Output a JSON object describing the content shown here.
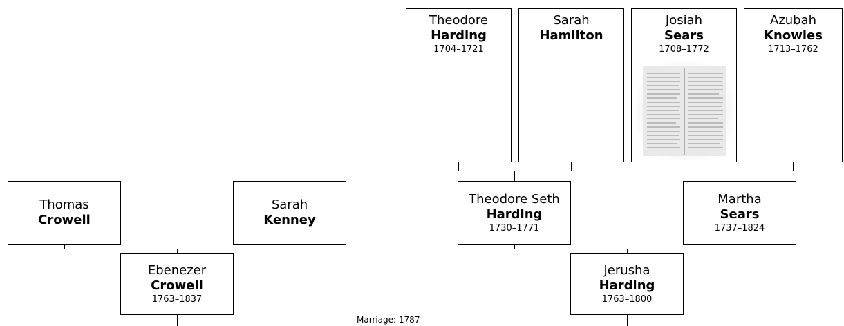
{
  "persons": {
    "thomas_crowell": {
      "first": "Thomas",
      "last": "Crowell",
      "years": ""
    },
    "sarah_kenney": {
      "first": "Sarah",
      "last": "Kenney",
      "years": ""
    },
    "ebenezer_crowell": {
      "first": "Ebenezer",
      "last": "Crowell",
      "years": "1763–1837"
    },
    "theodore_harding": {
      "first": "Theodore",
      "last": "Harding",
      "years": "1704–1721"
    },
    "sarah_hamilton": {
      "first": "Sarah",
      "last": "Hamilton",
      "years": ""
    },
    "josiah_sears": {
      "first": "Josiah",
      "last": "Sears",
      "years": "1708–1772"
    },
    "azubah_knowles": {
      "first": "Azubah",
      "last": "Knowles",
      "years": "1713–1762"
    },
    "theodore_seth_harding": {
      "first": "Theodore Seth",
      "last": "Harding",
      "years": "1730–1771"
    },
    "martha_sears": {
      "first": "Martha",
      "last": "Sears",
      "years": "1737–1824"
    },
    "jerusha_harding": {
      "first": "Jerusha",
      "last": "Harding",
      "years": "1763–1800"
    }
  },
  "marriage": {
    "label": "Marriage: 1787"
  },
  "photo": {
    "icon": "document-scan-thumbnail"
  }
}
